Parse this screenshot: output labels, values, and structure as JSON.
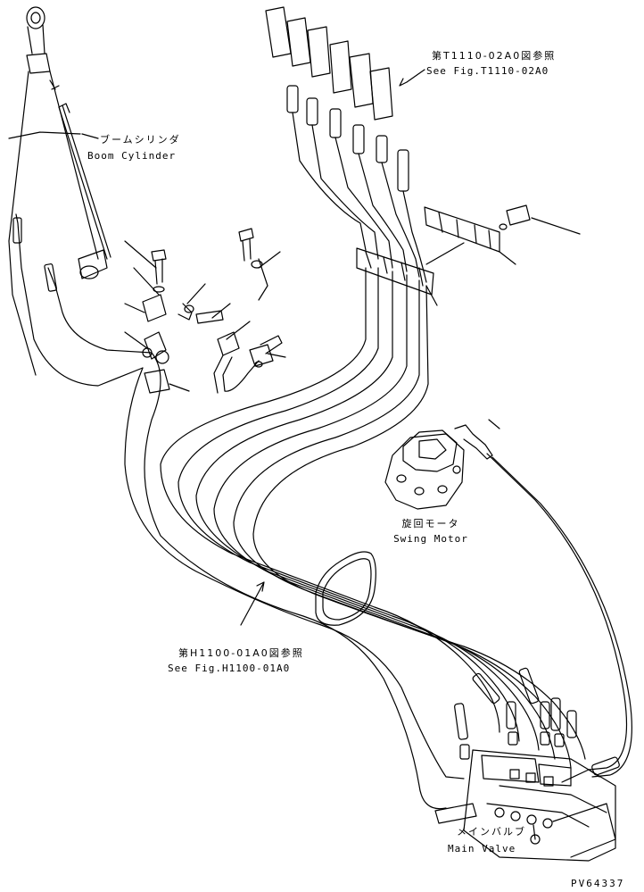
{
  "labels": {
    "boom_cylinder_ja": "ブームシリンダ",
    "boom_cylinder_en": "Boom Cylinder",
    "ref_top_ja": "第T1110-02A0図参照",
    "ref_top_en": "See Fig.T1110-02A0",
    "swing_motor_ja": "旋回モータ",
    "swing_motor_en": "Swing Motor",
    "ref_mid_ja": "第H1100-01A0図参照",
    "ref_mid_en": "See Fig.H1100-01A0",
    "main_valve_ja": "メインバルブ",
    "main_valve_en": "Main Valve",
    "drawing_no": "PV64337"
  }
}
